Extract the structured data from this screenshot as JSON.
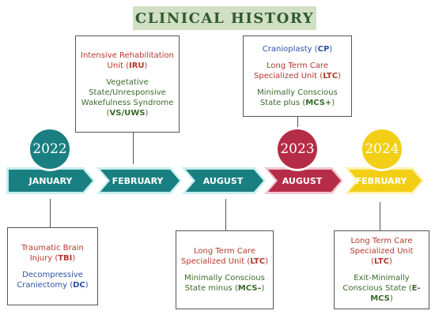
{
  "title": "CLINICAL HISTORY",
  "colors": {
    "teal": "#1a7f80",
    "teal_light": "#c6eef0",
    "crimson": "#b52c47",
    "crimson_light": "#f3c6d0",
    "yellow": "#f2cf14",
    "yellow_light": "#fcf2b2",
    "title_bg": "#d1dfc4",
    "red_text": "#b5372d",
    "green_text": "#3a6b2a",
    "blue_text": "#2c4fa8"
  },
  "timeline": [
    {
      "month": "JANUARY",
      "year": "2022",
      "color": "teal"
    },
    {
      "month": "FEBRUARY",
      "year": "",
      "color": "teal"
    },
    {
      "month": "AUGUST",
      "year": "",
      "color": "teal"
    },
    {
      "month": "AUGUST",
      "year": "2023",
      "color": "crimson"
    },
    {
      "month": "FEBRUARY",
      "year": "2024",
      "color": "yellow"
    }
  ],
  "boxes": {
    "jan_2022": [
      {
        "text": "Traumatic Brain Injury (",
        "abbr": "TBI",
        "tail": ")",
        "color": "red"
      },
      {
        "text": "Decompressive Craniectomy (",
        "abbr": "DC",
        "tail": ")",
        "color": "blue"
      }
    ],
    "feb_2022": [
      {
        "text": "Intensive Rehabilitation Unit (",
        "abbr": "IRU",
        "tail": ")",
        "color": "red"
      },
      {
        "text": "Vegetative State/Unresponsive Wakefulness Syndrome (",
        "abbr": "VS/UWS",
        "tail": ")",
        "color": "green"
      }
    ],
    "aug_2022": [
      {
        "text": "Long Term Care Specialized Unit (",
        "abbr": "LTC",
        "tail": ")",
        "color": "red"
      },
      {
        "text": "Minimally Conscious State minus (",
        "abbr": "MCS–",
        "tail": ")",
        "color": "green"
      }
    ],
    "aug_2023": [
      {
        "text": "Cranioplasty (",
        "abbr": "CP",
        "tail": ")",
        "color": "blue"
      },
      {
        "text": "Long Term Care Specialized Unit (",
        "abbr": "LTC",
        "tail": ")",
        "color": "red"
      },
      {
        "text": "Minimally Conscious State plus (",
        "abbr": "MCS+",
        "tail": ")",
        "color": "green"
      }
    ],
    "feb_2024": [
      {
        "text": "Long Term Care Specialized Unit (",
        "abbr": "LTC",
        "tail": ")",
        "color": "red"
      },
      {
        "text": "Exit-Minimally Conscious State (",
        "abbr": "E-MCS",
        "tail": ")",
        "color": "green"
      }
    ]
  }
}
